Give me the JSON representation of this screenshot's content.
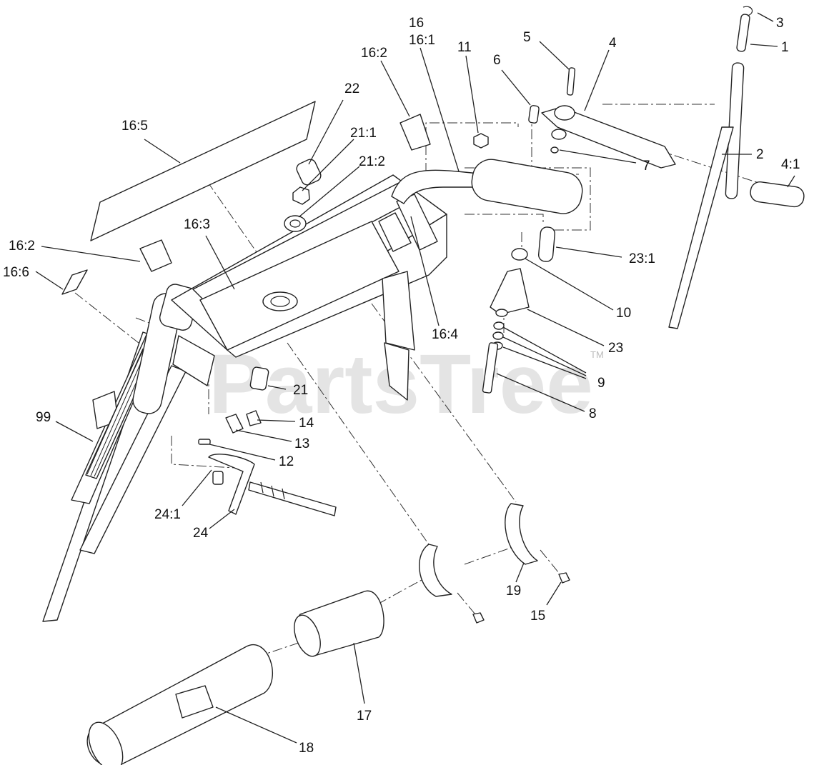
{
  "watermark": {
    "text": "PartsTree",
    "tm": "TM"
  },
  "callouts": [
    {
      "id": "3",
      "text": "3"
    },
    {
      "id": "1",
      "text": "1"
    },
    {
      "id": "5",
      "text": "5"
    },
    {
      "id": "4",
      "text": "4"
    },
    {
      "id": "16",
      "text": "16"
    },
    {
      "id": "16-1",
      "text": "16:1"
    },
    {
      "id": "11",
      "text": "11"
    },
    {
      "id": "6",
      "text": "6"
    },
    {
      "id": "16-2-top",
      "text": "16:2"
    },
    {
      "id": "22",
      "text": "22"
    },
    {
      "id": "16-5",
      "text": "16:5"
    },
    {
      "id": "21-1",
      "text": "21:1"
    },
    {
      "id": "21-2",
      "text": "21:2"
    },
    {
      "id": "2",
      "text": "2"
    },
    {
      "id": "4-1",
      "text": "4:1"
    },
    {
      "id": "7",
      "text": "7"
    },
    {
      "id": "16-3",
      "text": "16:3"
    },
    {
      "id": "16-2-left",
      "text": "16:2"
    },
    {
      "id": "16-6",
      "text": "16:6"
    },
    {
      "id": "23-1",
      "text": "23:1"
    },
    {
      "id": "10",
      "text": "10"
    },
    {
      "id": "23",
      "text": "23"
    },
    {
      "id": "16-4",
      "text": "16:4"
    },
    {
      "id": "9",
      "text": "9"
    },
    {
      "id": "21",
      "text": "21"
    },
    {
      "id": "8",
      "text": "8"
    },
    {
      "id": "14",
      "text": "14"
    },
    {
      "id": "99",
      "text": "99"
    },
    {
      "id": "13",
      "text": "13"
    },
    {
      "id": "12",
      "text": "12"
    },
    {
      "id": "24-1",
      "text": "24:1"
    },
    {
      "id": "24",
      "text": "24"
    },
    {
      "id": "19",
      "text": "19"
    },
    {
      "id": "15",
      "text": "15"
    },
    {
      "id": "17",
      "text": "17"
    },
    {
      "id": "18",
      "text": "18"
    }
  ]
}
